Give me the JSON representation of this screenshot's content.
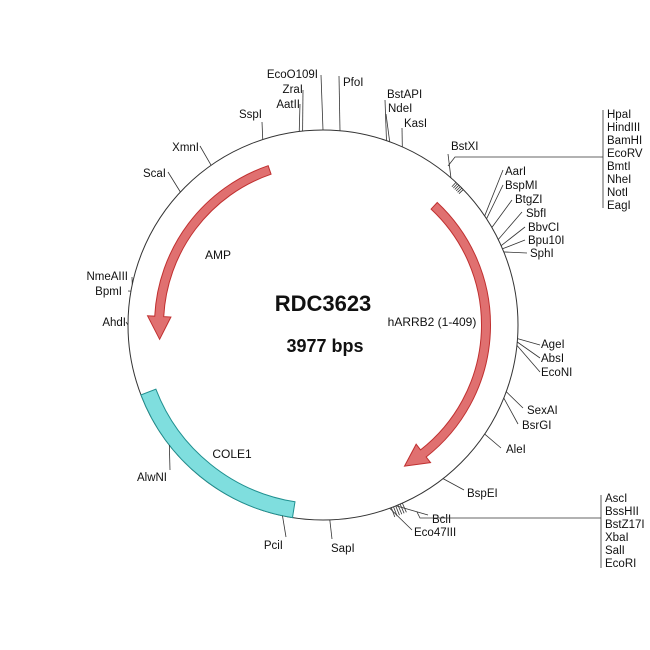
{
  "plasmid": {
    "name": "RDC3623",
    "length": "3977 bps"
  },
  "features": [
    {
      "label": "AMP",
      "color": "#e07070"
    },
    {
      "label": "hARRB2 (1-409)",
      "color": "#e07070"
    },
    {
      "label": "COLE1",
      "color": "#7fdede"
    }
  ],
  "sites": [
    "EcoO109I",
    "ZraI",
    "AatII",
    "PfoI",
    "SspI",
    "BstAPI",
    "NdeI",
    "KasI",
    "BstXI",
    "AarI",
    "BspMI",
    "BtgZI",
    "SbfI",
    "BbvCI",
    "Bpu10I",
    "SphI",
    "AgeI",
    "AbsI",
    "EcoNI",
    "SexAI",
    "BsrGI",
    "AleI",
    "BspEI",
    "BclI",
    "Eco47III",
    "PciI",
    "SapI",
    "AlwNI",
    "AhdI",
    "BpmI",
    "NmeAIII",
    "ScaI",
    "XmnI"
  ],
  "site_group_1": [
    "HpaI",
    "HindIII",
    "BamHI",
    "EcoRV",
    "BmtI",
    "NheI",
    "NotI",
    "EagI"
  ],
  "site_group_2": [
    "AscI",
    "BssHII",
    "BstZ17I",
    "XbaI",
    "SalI",
    "EcoRI"
  ]
}
